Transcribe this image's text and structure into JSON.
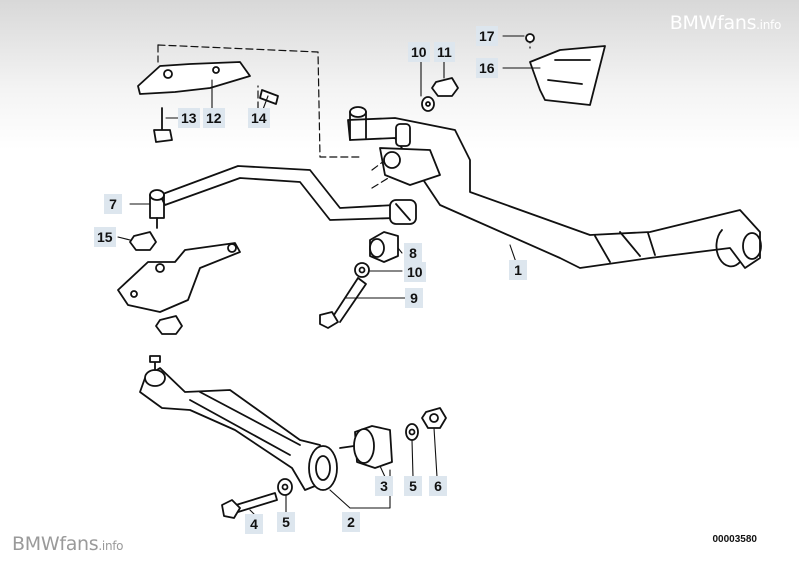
{
  "watermark": {
    "brand": "BMWfans",
    "suffix": ".info"
  },
  "drawing_id": "00003580",
  "callouts": {
    "c1": "1",
    "c2": "2",
    "c3": "3",
    "c4": "4",
    "c5a": "5",
    "c5b": "5",
    "c6": "6",
    "c7": "7",
    "c8": "8",
    "c9": "9",
    "c10a": "10",
    "c10b": "10",
    "c11": "11",
    "c12": "12",
    "c13": "13",
    "c14": "14",
    "c15": "15",
    "c16": "16",
    "c17": "17"
  }
}
